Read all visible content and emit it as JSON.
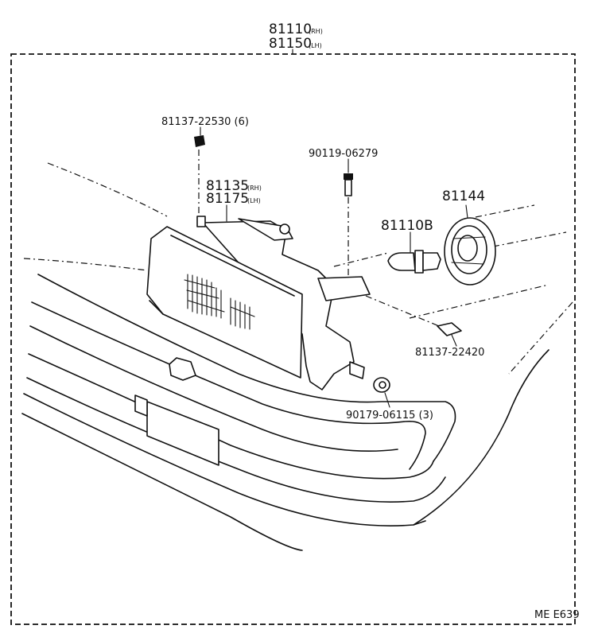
{
  "assembly": {
    "part_rh": "81110",
    "tag_rh": "(RH)",
    "part_lh": "81150",
    "tag_lh": "(LH)"
  },
  "callouts": {
    "screw_top": "81137-22530 (6)",
    "bolt": "90119-06279",
    "unit_rh": "81135",
    "unit_rh_tag": "(RH)",
    "unit_lh": "81175",
    "unit_lh_tag": "(LH)",
    "socket": "81144",
    "bulb": "81110B",
    "nut": "81137-22420",
    "grommet": "90179-06115 (3)"
  },
  "footer": {
    "code": "ME E639"
  }
}
